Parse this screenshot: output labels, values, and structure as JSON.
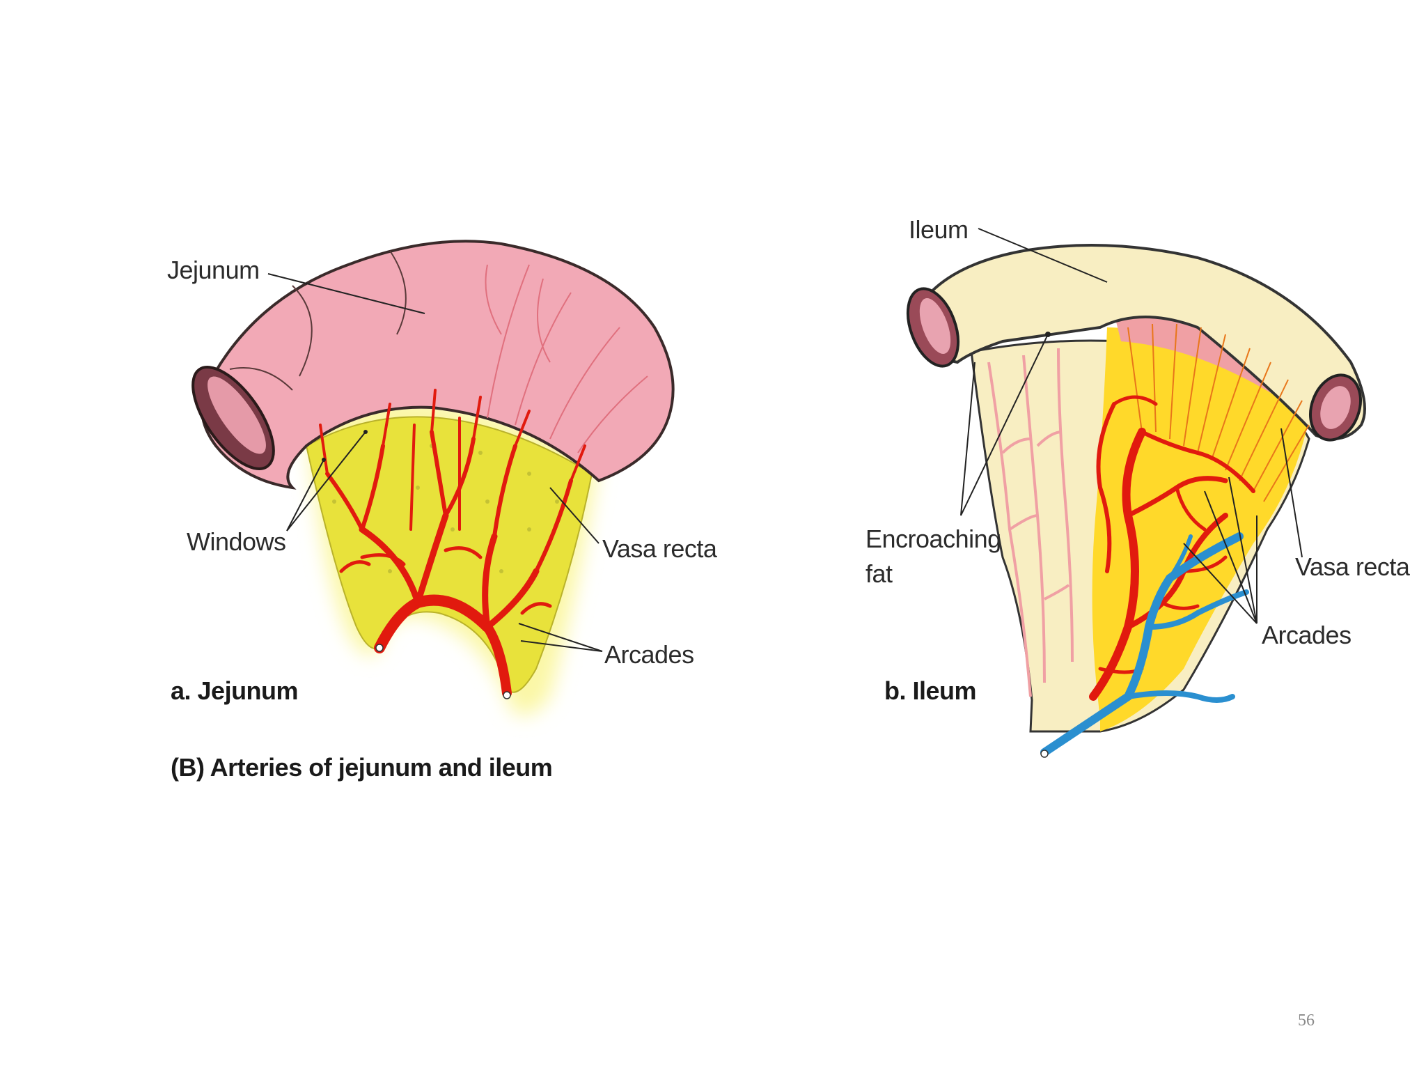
{
  "jejunum_panel": {
    "title_label": "Jejunum",
    "windows_label": "Windows",
    "vasa_recta_label": "Vasa recta",
    "arcades_label": "Arcades",
    "caption": "a. Jejunum"
  },
  "ileum_panel": {
    "title_label": "Ileum",
    "fat_label_line1": "Encroaching",
    "fat_label_line2": "fat",
    "vasa_recta_label": "Vasa recta",
    "arcades_label": "Arcades",
    "caption": "b. Ileum"
  },
  "figure_caption": "(B) Arteries of jejunum and ileum",
  "page_number": "56",
  "colors": {
    "intestine_pink": "#f2a9b6",
    "mesentery_yellow": "#f3e93a",
    "mesentery_glow": "#fbf7a6",
    "ileum_cream": "#f8eec2",
    "fat_yellow": "#ffd92a",
    "artery_red": "#e11a0e",
    "vein_blue": "#2a8fd0",
    "light_artery": "#f0a0a4"
  }
}
